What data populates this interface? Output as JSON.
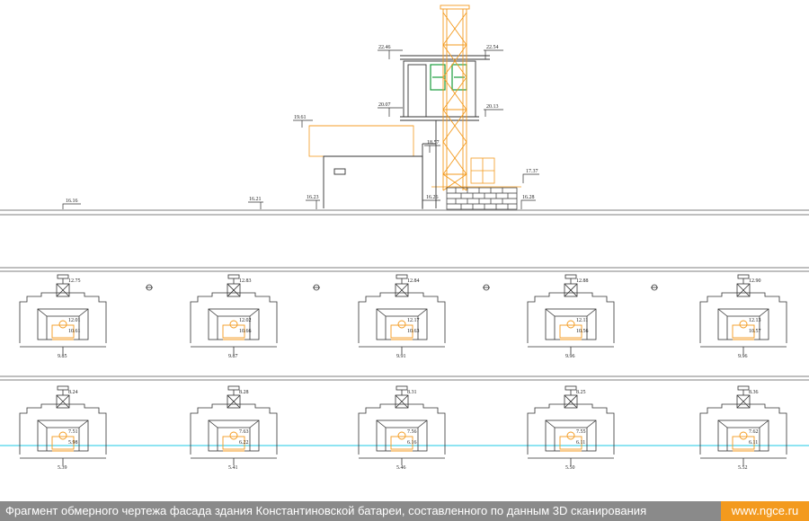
{
  "facade": {
    "marks": [
      {
        "id": "m1",
        "text": "22.46"
      },
      {
        "id": "m2",
        "text": "22.54"
      },
      {
        "id": "m3",
        "text": "20.07"
      },
      {
        "id": "m4",
        "text": "20.13"
      },
      {
        "id": "m5",
        "text": "19.61"
      },
      {
        "id": "m6",
        "text": "18.57"
      },
      {
        "id": "m7",
        "text": "17.37"
      },
      {
        "id": "m8",
        "text": "16.16"
      },
      {
        "id": "m9",
        "text": "16.21"
      },
      {
        "id": "m10",
        "text": "16.23"
      },
      {
        "id": "m11",
        "text": "16.26"
      },
      {
        "id": "m12",
        "text": "16.28"
      }
    ]
  },
  "embrasures_top": [
    {
      "top": "12.75",
      "mid1": "12.01",
      "mid2": "10.61",
      "bottom": "9.85"
    },
    {
      "top": "12.83",
      "mid1": "12.02",
      "mid2": "10.66",
      "bottom": "9.87"
    },
    {
      "top": "12.84",
      "mid1": "12.17",
      "mid2": "10.63",
      "bottom": "9.91"
    },
    {
      "top": "12.88",
      "mid1": "12.11",
      "mid2": "10.56",
      "bottom": "9.96"
    },
    {
      "top": "12.90",
      "mid1": "12.13",
      "mid2": "10.57",
      "bottom": "9.96"
    }
  ],
  "embrasures_bottom": [
    {
      "top": "8.24",
      "mid1": "7.51",
      "mid2": "5.98",
      "bottom": "5.39"
    },
    {
      "top": "8.28",
      "mid1": "7.63",
      "mid2": "6.22",
      "bottom": "5.41"
    },
    {
      "top": "8.31",
      "mid1": "7.56",
      "mid2": "6.16",
      "bottom": "5.46"
    },
    {
      "top": "8.25",
      "mid1": "7.55",
      "mid2": "6.11",
      "bottom": "5.50"
    },
    {
      "top": "8.36",
      "mid1": "7.62",
      "mid2": "6.11",
      "bottom": "5.52"
    }
  ],
  "caption": {
    "text": "Фрагмент обмерного чертежа фасада здания Константиновской батареи, составленного по данным 3D сканирования",
    "site": "www.ngce.ru"
  },
  "colors": {
    "line": "#333333",
    "accent": "#f39a1e",
    "window": "#1a9c3c",
    "guide": "#1ec8e6",
    "caption_bg": "#8a8a8a"
  }
}
